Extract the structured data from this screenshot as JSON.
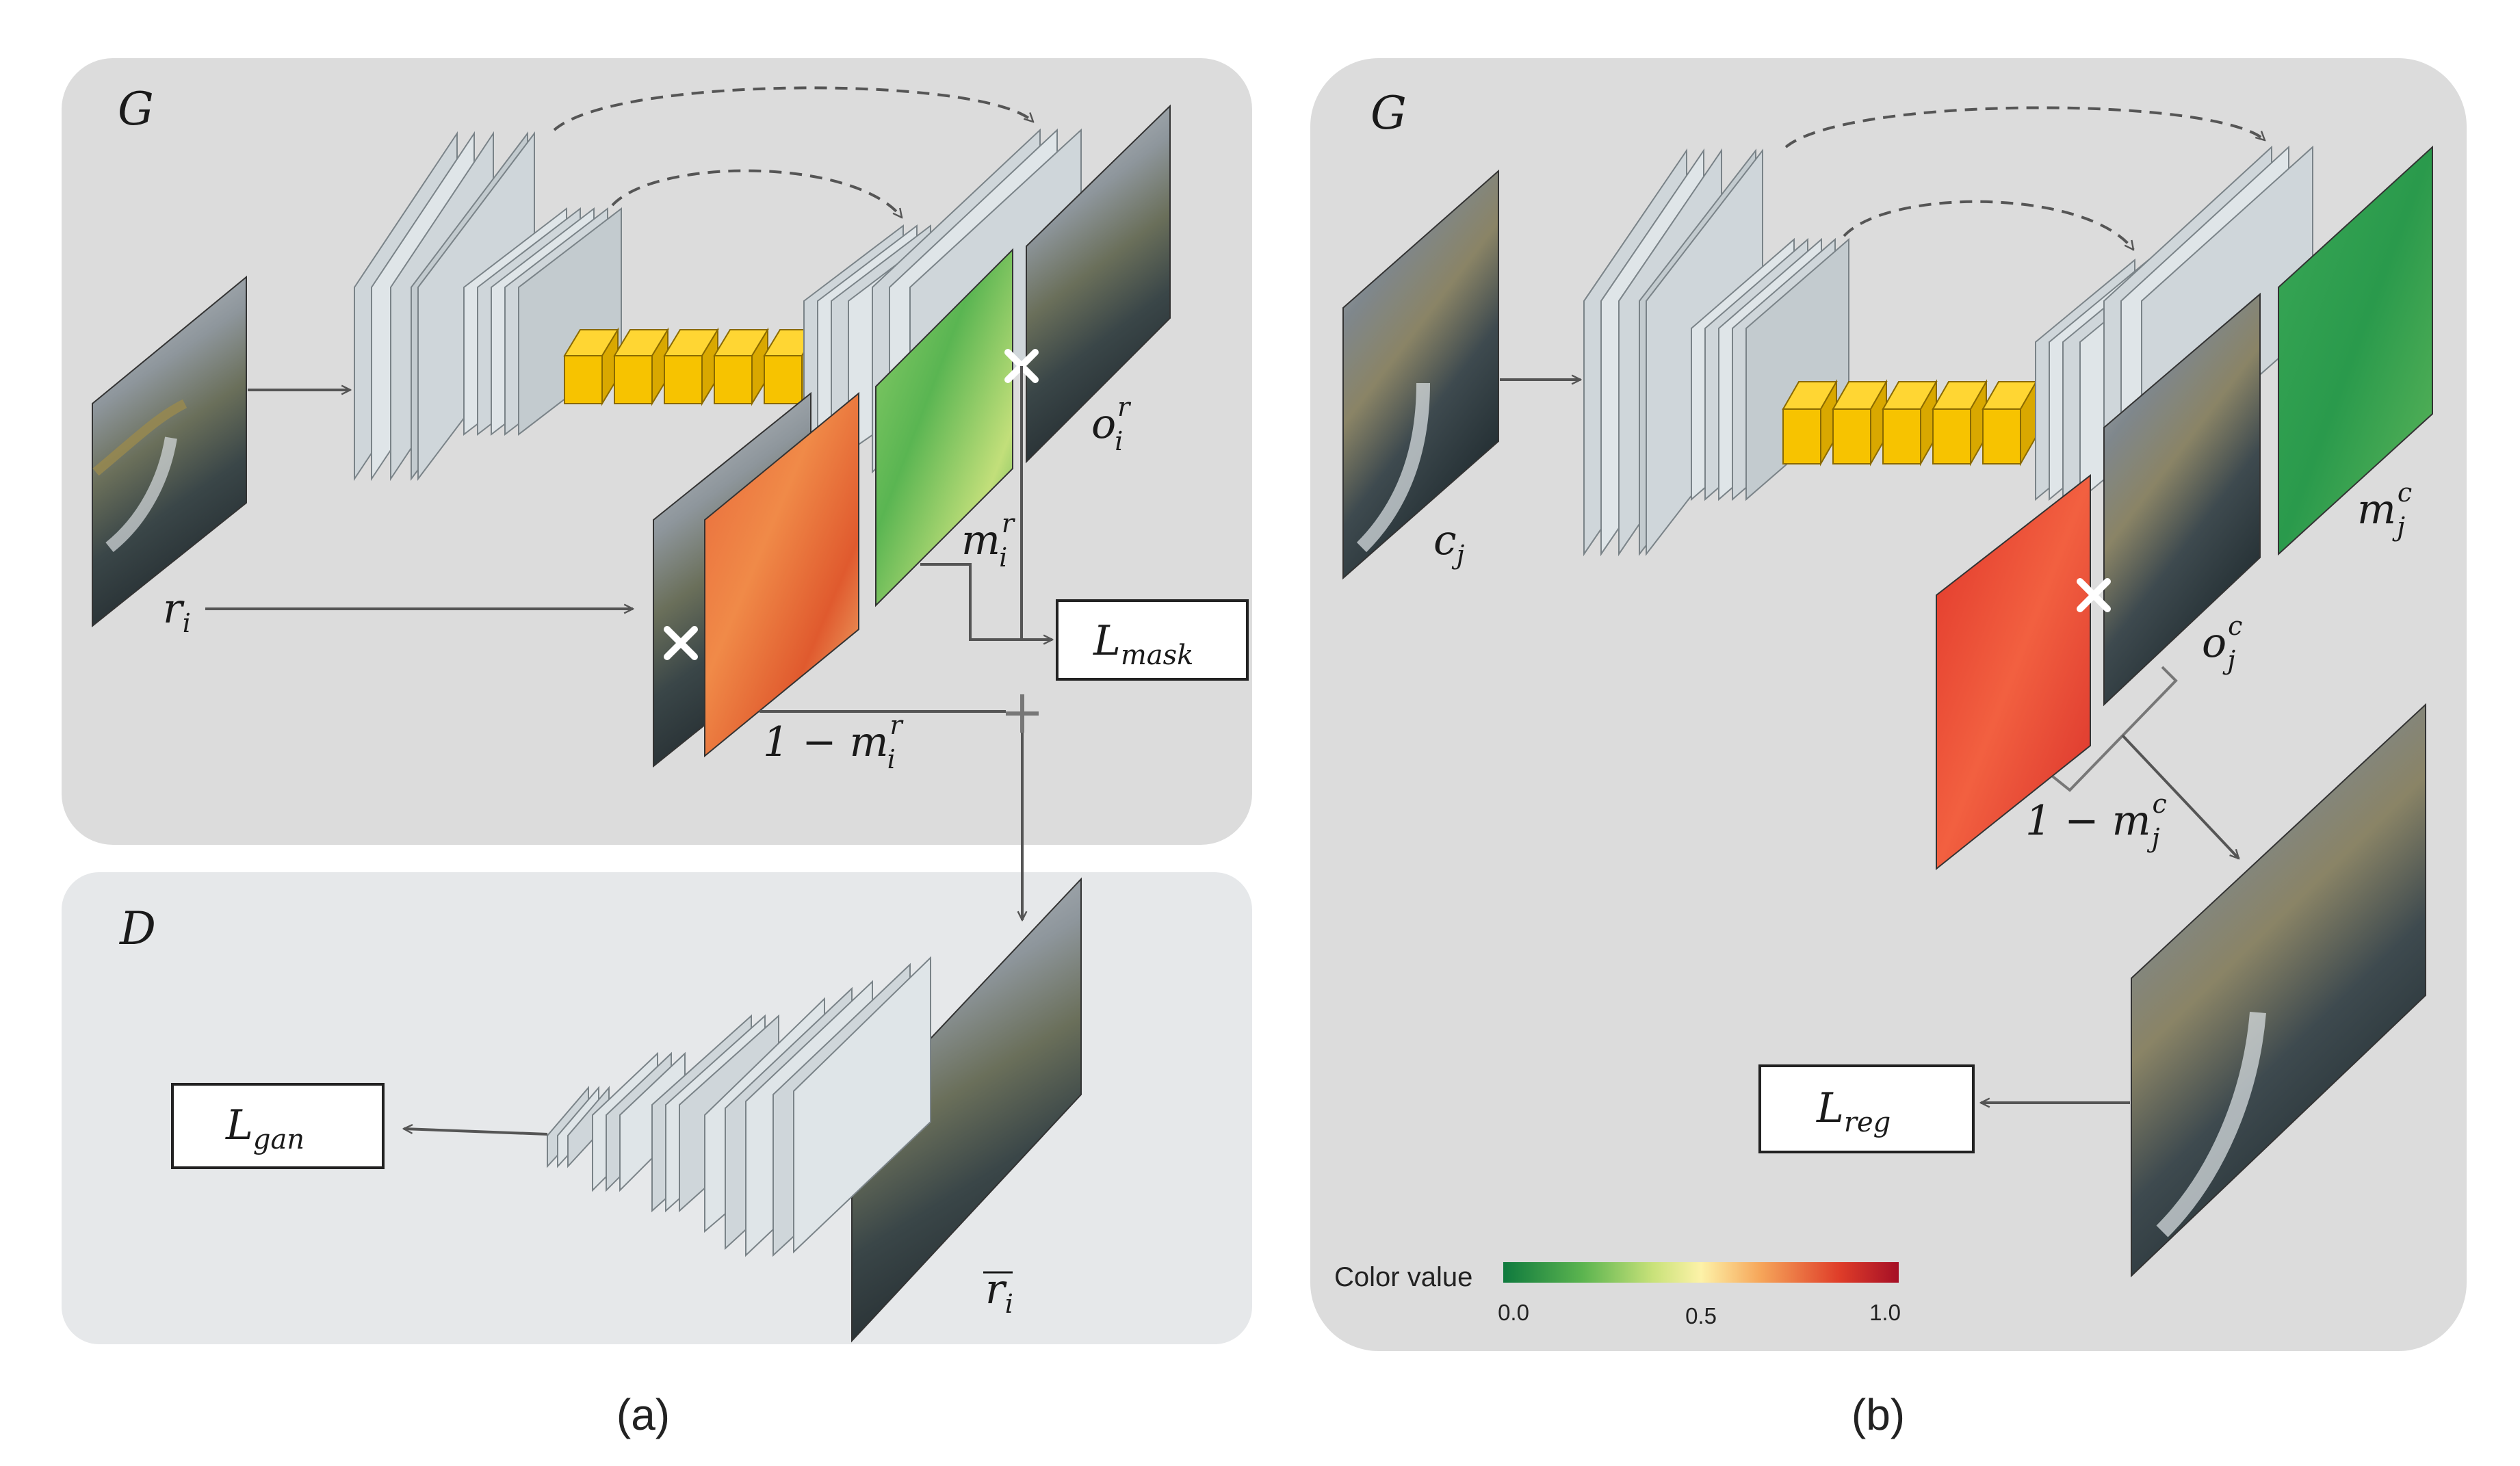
{
  "panel_a": {
    "generator_label": "G",
    "discriminator_label": "D",
    "input_label": "r",
    "input_sub": "i",
    "output_label": "o",
    "output_sub": "i",
    "output_sup": "r",
    "mask_label": "m",
    "mask_sub": "i",
    "mask_sup": "r",
    "inv_mask_prefix": "1 − m",
    "inv_mask_sub": "i",
    "inv_mask_sup": "r",
    "recon_label": "r",
    "recon_sub": "i",
    "loss_mask": "L",
    "loss_mask_sub": "mask",
    "loss_gan": "L",
    "loss_gan_sub": "gan",
    "caption": "(a)"
  },
  "panel_b": {
    "generator_label": "G",
    "input_label": "c",
    "input_sub": "j",
    "output_label": "o",
    "output_sub": "j",
    "output_sup": "c",
    "mask_label": "m",
    "mask_sub": "j",
    "mask_sup": "c",
    "inv_mask_prefix": "1 − m",
    "inv_mask_sub": "j",
    "inv_mask_sup": "c",
    "loss_reg": "L",
    "loss_reg_sub": "reg",
    "caption": "(b)"
  },
  "colorbar": {
    "title": "Color value",
    "tick_min": "0.0",
    "tick_mid": "0.5",
    "tick_max": "1.0",
    "colors": [
      "#0f7a3e",
      "#5bb44f",
      "#c9e27a",
      "#fdf2a8",
      "#f6a65a",
      "#df3d29",
      "#a50f26"
    ]
  },
  "colors": {
    "panel_bg": "#dcdcdc",
    "disc_panel_bg": "#e6e8ea",
    "layer_face": "#cfd6da",
    "layer_front": "#dfe5e8",
    "bottleneck": "#f7c300",
    "arrow": "#555555"
  }
}
